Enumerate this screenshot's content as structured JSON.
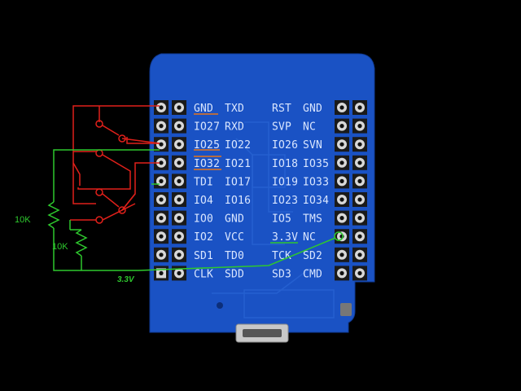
{
  "board": {
    "left_inner": [
      "GND",
      "IO27",
      "IO25",
      "IO32",
      "TDI",
      "IO4",
      "IO0",
      "IO2",
      "SD1",
      "CLK"
    ],
    "left_outer": [
      "TXD",
      "RXD",
      "IO22",
      "IO21",
      "IO17",
      "IO16",
      "GND",
      "VCC",
      "TD0",
      "SDD"
    ],
    "right_inner": [
      "RST",
      "SVP",
      "IO26",
      "IO18",
      "IO19",
      "IO23",
      "IO5",
      "3.3V",
      "TCK",
      "SD3"
    ],
    "right_outer": [
      "GND",
      "NC",
      "SVN",
      "IO35",
      "IO33",
      "IO34",
      "TMS",
      "NC",
      "SD2",
      "CMD"
    ]
  },
  "annotations": {
    "resistor_top": "10K",
    "resistor_bottom": "10K",
    "supply": "3.3V"
  },
  "colors": {
    "board": "#1a52c4",
    "red_wire": "#e0201a",
    "green_wire": "#2ec82e",
    "underline": "#e8741a"
  }
}
